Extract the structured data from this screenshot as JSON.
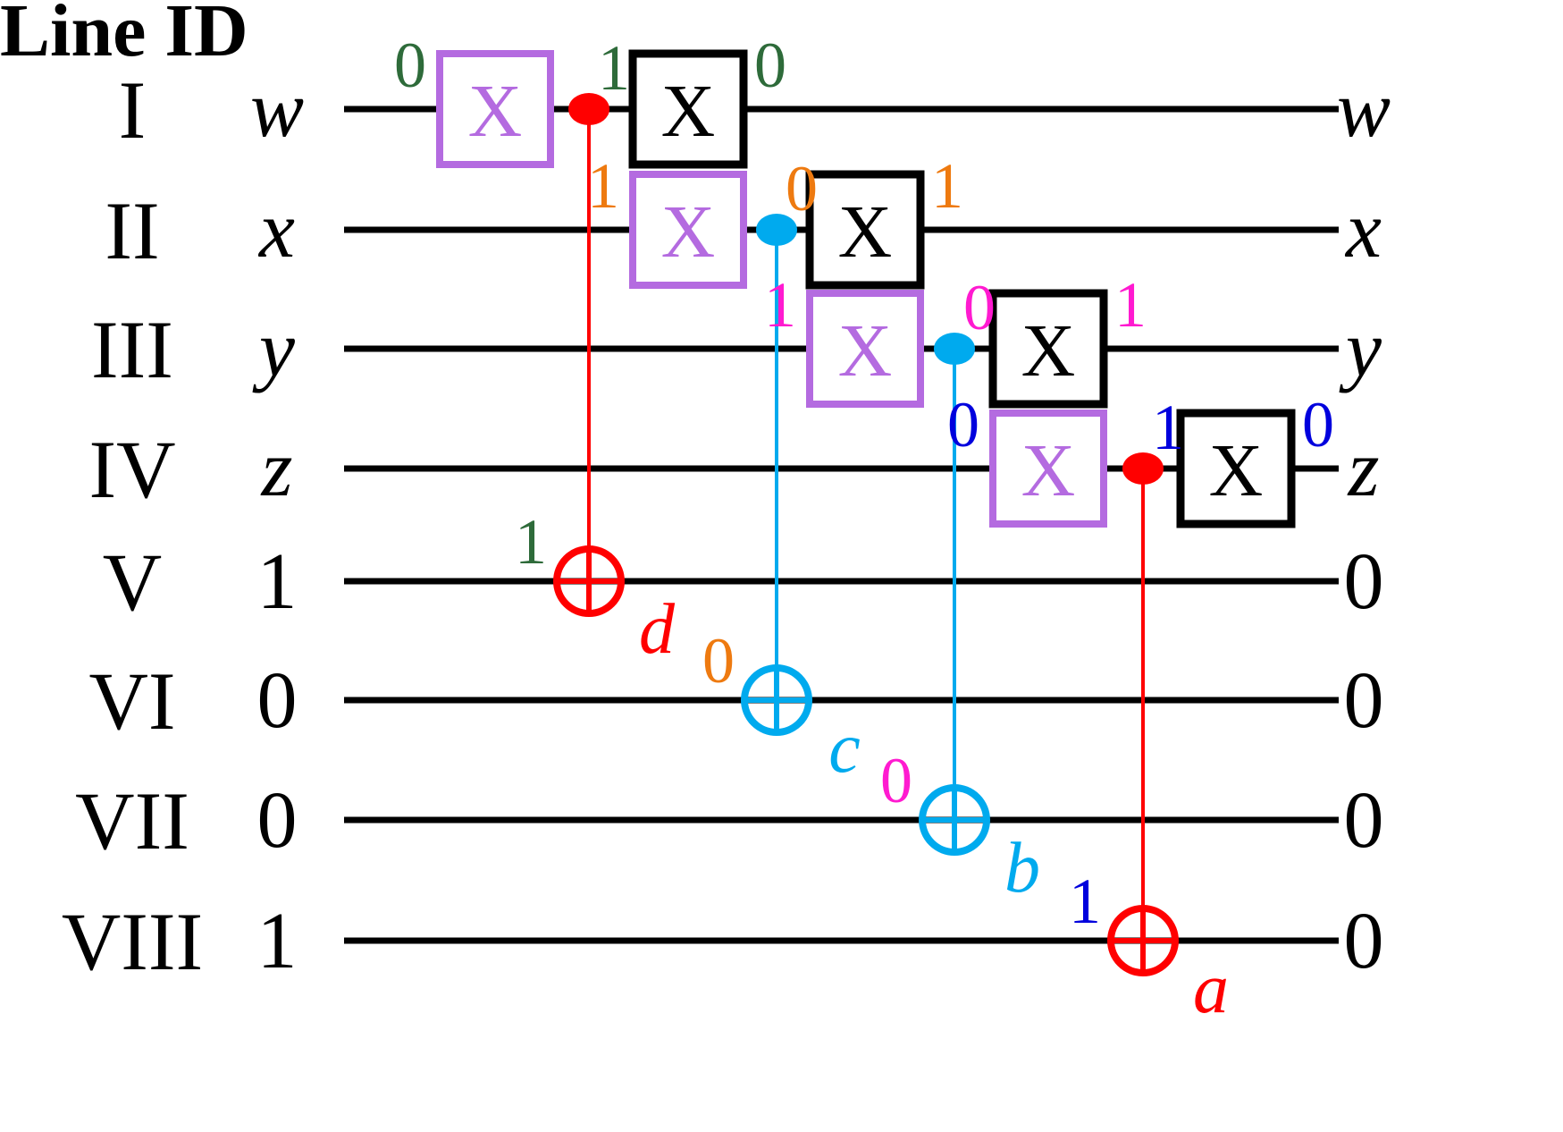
{
  "header": "Line ID",
  "gate_symbol": "X",
  "colors": {
    "wire": "#000000",
    "pre_gate": "#b46be0",
    "post_gate": "#000000",
    "control_red": "#ff0000",
    "control_blue": "#00aaee",
    "bit_green": "#2e6b3a",
    "bit_orange": "#ee7a10",
    "bit_magenta": "#ff1ad0",
    "bit_blue": "#0000dd"
  },
  "lines": [
    {
      "id": "I",
      "input": "w",
      "output": "w",
      "italic": true
    },
    {
      "id": "II",
      "input": "x",
      "output": "x",
      "italic": true
    },
    {
      "id": "III",
      "input": "y",
      "output": "y",
      "italic": true
    },
    {
      "id": "IV",
      "input": "z",
      "output": "z",
      "italic": true
    },
    {
      "id": "V",
      "input": "1",
      "output": "0",
      "italic": false
    },
    {
      "id": "VI",
      "input": "0",
      "output": "0",
      "italic": false
    },
    {
      "id": "VII",
      "input": "0",
      "output": "0",
      "italic": false
    },
    {
      "id": "VIII",
      "input": "1",
      "output": "0",
      "italic": false
    }
  ],
  "stages": [
    {
      "control_line": "I",
      "target_line": "V",
      "target_label": "d",
      "color": "control_red",
      "bit_color": "bit_green",
      "bit_before": "0",
      "bit_control": "1",
      "bit_after": "0",
      "bit_target": "1"
    },
    {
      "control_line": "II",
      "target_line": "VI",
      "target_label": "c",
      "color": "control_blue",
      "bit_color": "bit_orange",
      "bit_before": "1",
      "bit_control": "0",
      "bit_after": "1",
      "bit_target": "0"
    },
    {
      "control_line": "III",
      "target_line": "VII",
      "target_label": "b",
      "color": "control_blue",
      "bit_color": "bit_magenta",
      "bit_before": "1",
      "bit_control": "0",
      "bit_after": "1",
      "bit_target": "0"
    },
    {
      "control_line": "IV",
      "target_line": "VIII",
      "target_label": "a",
      "color": "control_red",
      "bit_color": "bit_blue",
      "bit_before": "0",
      "bit_control": "1",
      "bit_after": "0",
      "bit_target": "1"
    }
  ]
}
